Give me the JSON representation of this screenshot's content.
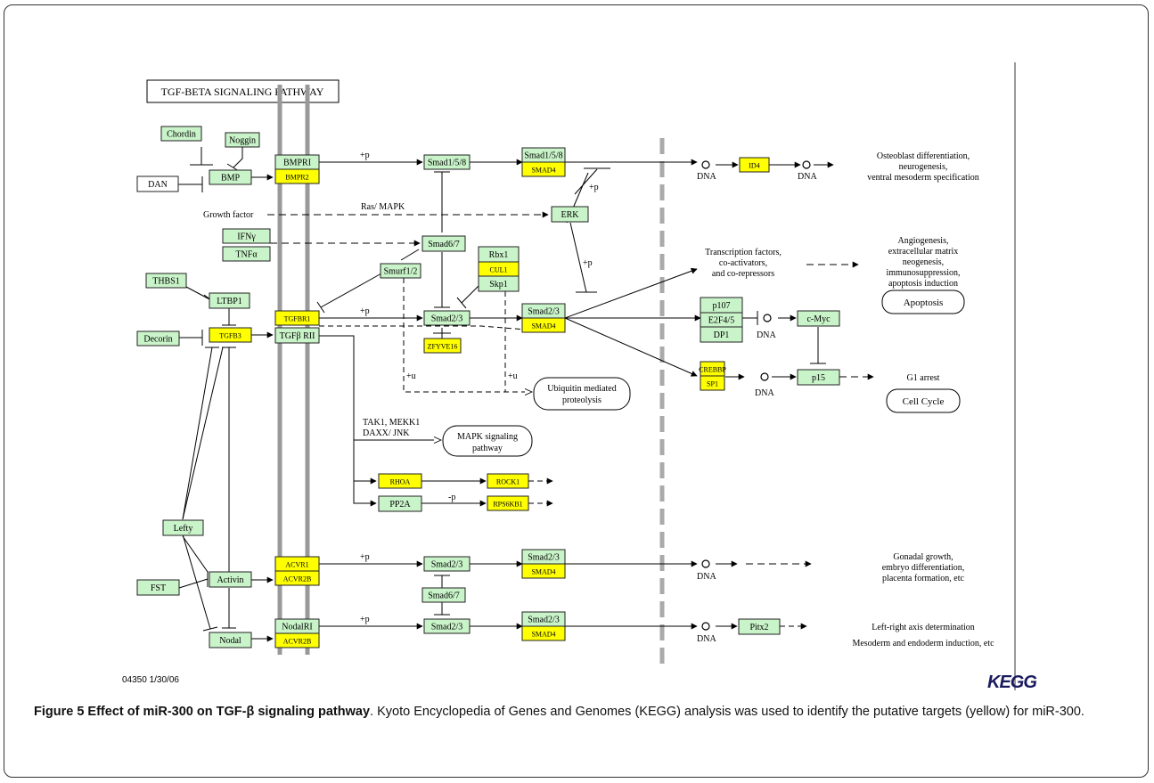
{
  "diagram": {
    "title": "TGF-BETA SIGNALING PATHWAY",
    "footer_id": "04350  1/30/06",
    "logo": "KEGG",
    "nodes": {
      "chordin": {
        "label": "Chordin",
        "kind": "g"
      },
      "noggin": {
        "label": "Noggin",
        "kind": "g"
      },
      "dan": {
        "label": "DAN",
        "kind": "w"
      },
      "bmp": {
        "label": "BMP",
        "kind": "g"
      },
      "bmpri": {
        "label": "BMPRI",
        "kind": "g"
      },
      "bmpr2": {
        "label": "BMPR2",
        "kind": "y"
      },
      "smad158_a": {
        "label": "Smad1/5/8",
        "kind": "g"
      },
      "smad158_b": {
        "label": "Smad1/5/8",
        "kind": "g"
      },
      "smad4_a": {
        "label": "SMAD4",
        "kind": "y"
      },
      "id4": {
        "label": "ID4",
        "kind": "y"
      },
      "erk": {
        "label": "ERK",
        "kind": "g"
      },
      "ifng": {
        "label": "IFNγ",
        "kind": "g"
      },
      "tnfa": {
        "label": "TNFα",
        "kind": "g"
      },
      "smad67_a": {
        "label": "Smad6/7",
        "kind": "g"
      },
      "rbx1": {
        "label": "Rbx1",
        "kind": "g"
      },
      "cul1": {
        "label": "CUL1",
        "kind": "y"
      },
      "skp1": {
        "label": "Skp1",
        "kind": "g"
      },
      "smurf": {
        "label": "Smurf1/2",
        "kind": "g"
      },
      "thbs1": {
        "label": "THBS1",
        "kind": "g"
      },
      "ltbp1": {
        "label": "LTBP1",
        "kind": "g"
      },
      "decorin": {
        "label": "Decorin",
        "kind": "g"
      },
      "tgfb3": {
        "label": "TGFB3",
        "kind": "y"
      },
      "tgfbr1": {
        "label": "TGFBR1",
        "kind": "y"
      },
      "tgfbrii": {
        "label": "TGFβ RII",
        "kind": "g"
      },
      "smad23_a": {
        "label": "Smad2/3",
        "kind": "g"
      },
      "zfyve16": {
        "label": "ZFYVE16",
        "kind": "y"
      },
      "smad23_b": {
        "label": "Smad2/3",
        "kind": "g"
      },
      "smad4_b": {
        "label": "SMAD4",
        "kind": "y"
      },
      "p107": {
        "label": "p107",
        "kind": "g"
      },
      "e2f45": {
        "label": "E2F4/5",
        "kind": "g"
      },
      "dp1": {
        "label": "DP1",
        "kind": "g"
      },
      "cmyc": {
        "label": "c-Myc",
        "kind": "g"
      },
      "crebbp": {
        "label": "CREBBP",
        "kind": "y"
      },
      "sp1": {
        "label": "SP1",
        "kind": "y"
      },
      "p15": {
        "label": "p15",
        "kind": "g"
      },
      "rhoa": {
        "label": "RHOA",
        "kind": "y"
      },
      "rock1": {
        "label": "ROCK1",
        "kind": "y"
      },
      "pp2a": {
        "label": "PP2A",
        "kind": "g"
      },
      "rps6kb1": {
        "label": "RPS6KB1",
        "kind": "y"
      },
      "lefty": {
        "label": "Lefty",
        "kind": "g"
      },
      "fst": {
        "label": "FST",
        "kind": "g"
      },
      "activin": {
        "label": "Activin",
        "kind": "g"
      },
      "acvr1": {
        "label": "ACVR1",
        "kind": "y"
      },
      "acvr2b_a": {
        "label": "ACVR2B",
        "kind": "y"
      },
      "smad23_c": {
        "label": "Smad2/3",
        "kind": "g"
      },
      "smad23_d": {
        "label": "Smad2/3",
        "kind": "g"
      },
      "smad4_c": {
        "label": "SMAD4",
        "kind": "y"
      },
      "smad67_b": {
        "label": "Smad6/7",
        "kind": "g"
      },
      "nodal": {
        "label": "Nodal",
        "kind": "g"
      },
      "nodalri": {
        "label": "NodalRI",
        "kind": "g"
      },
      "acvr2b_b": {
        "label": "ACVR2B",
        "kind": "y"
      },
      "smad23_e": {
        "label": "Smad2/3",
        "kind": "g"
      },
      "smad23_f": {
        "label": "Smad2/3",
        "kind": "g"
      },
      "smad4_d": {
        "label": "SMAD4",
        "kind": "y"
      },
      "pitx2": {
        "label": "Pitx2",
        "kind": "g"
      }
    },
    "pathways": {
      "ubiquitin": [
        "Ubiquitin mediated",
        "proteolysis"
      ],
      "mapk": [
        "MAPK signaling",
        "pathway"
      ],
      "apoptosis": [
        "Apoptosis"
      ],
      "cellcycle": [
        "Cell Cycle"
      ]
    },
    "texts": {
      "growth_factor": "Growth factor",
      "ras_mapk": "Ras/ MAPK",
      "p_bmp": "+p",
      "p_erk": "+p",
      "p_erk2": "+p",
      "p_tgf": "+p",
      "p_act": "+p",
      "p_nod": "+p",
      "m_p": "-p",
      "u1": "+u",
      "u2": "+u",
      "tak1": "TAK1, MEKK1",
      "daxx": "DAXX/ JNK",
      "dna1": "DNA",
      "dna2": "DNA",
      "dna3": "DNA",
      "dna4": "DNA",
      "dna5": "DNA",
      "dna6": "DNA",
      "tf1": "Transcription factors,",
      "tf2": "co-activators,",
      "tf3": "and co-repressors",
      "ost1": "Osteoblast differentiation,",
      "ost2": "neurogenesis,",
      "ost3": "ventral mesoderm specification",
      "ang1": "Angiogenesis,",
      "ang2": "extracellular matrix",
      "ang3": "neogenesis,",
      "ang4": "immunosuppression,",
      "ang5": "apoptosis induction",
      "g1": "G1 arrest",
      "gon1": "Gonadal growth,",
      "gon2": "embryo differentiation,",
      "gon3": "placenta formation, etc",
      "lr1": "Left-right axis determination",
      "lr2": "Mesoderm and endoderm induction, etc"
    }
  },
  "caption": {
    "bold": "Figure 5 Effect of miR-300 on TGF-β signaling pathway",
    "text": ". Kyoto Encyclopedia of Genes and Genomes (KEGG) analysis was used to identify the putative targets (yellow) for miR-300."
  },
  "colors": {
    "gene": "#c9f3c9",
    "target": "#ffff00",
    "membrane": "#999999"
  }
}
